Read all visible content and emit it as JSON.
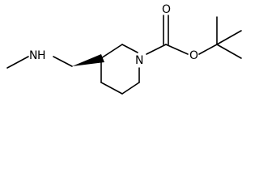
{
  "structure": {
    "atom_labels": {
      "amine_n": "N",
      "amine_h": "H",
      "ring_n": "N",
      "carbonyl_o": "O",
      "ester_o": "O"
    },
    "stereo": "wedge"
  }
}
